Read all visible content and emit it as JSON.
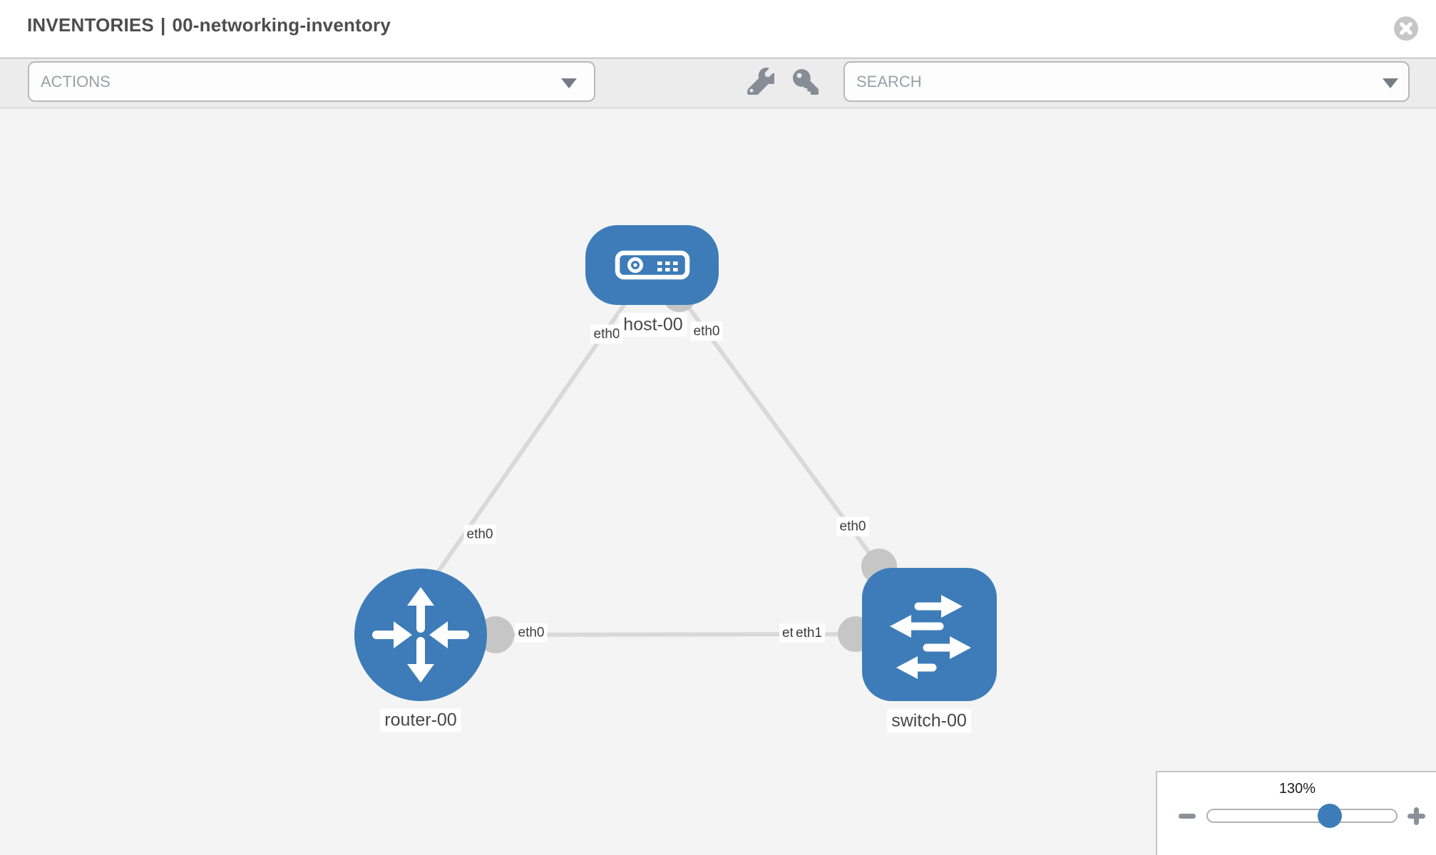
{
  "header": {
    "title_section": "INVENTORIES",
    "title_separator": "|",
    "title_name": "00-networking-inventory"
  },
  "toolbar": {
    "actions_label": "ACTIONS",
    "search_label": "SEARCH"
  },
  "topology": {
    "nodes": [
      {
        "id": "host-00",
        "label": "host-00",
        "type": "host",
        "shape": "rounded-rect"
      },
      {
        "id": "router-00",
        "label": "router-00",
        "type": "router",
        "shape": "circle"
      },
      {
        "id": "switch-00",
        "label": "switch-00",
        "type": "switch",
        "shape": "rounded-square"
      }
    ],
    "links": [
      {
        "from": "host-00",
        "to": "router-00",
        "from_interface": "eth0",
        "to_interface": "eth0"
      },
      {
        "from": "host-00",
        "to": "switch-00",
        "from_interface": "eth0",
        "to_interface": "eth0"
      },
      {
        "from": "router-00",
        "to": "switch-00",
        "from_interface": "eth0",
        "to_interface": "eth1"
      }
    ],
    "labels": {
      "host_left": "eth0",
      "host_right": "eth0",
      "router_top": "eth0",
      "switch_top": "eth0",
      "link_left": "eth0",
      "link_right_under": "eth0",
      "link_right_over": "eth1"
    }
  },
  "zoom_control": {
    "value": "130%"
  },
  "icons": {
    "close": "times-circle",
    "wrench": "wrench",
    "key": "key",
    "actions_caret": "chevron-down",
    "search_caret": "chevron-down",
    "zoom_out": "minus",
    "zoom_in": "plus"
  },
  "colors": {
    "node_blue": "#3d7cb8",
    "link_gray": "#d9d9d9",
    "endpoint_gray": "#c6c6c6",
    "canvas_bg": "#f4f4f4",
    "toolbar_bg": "#ececec",
    "title_text": "#4d4d4d",
    "placeholder_text": "#9aa0a6"
  }
}
